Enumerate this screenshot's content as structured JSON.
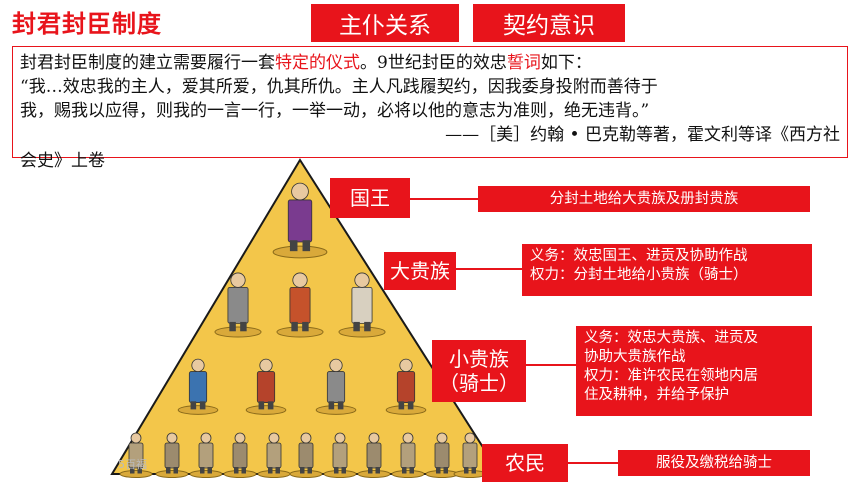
{
  "title": "封君封臣制度",
  "tags": [
    "主仆关系",
    "契约意识"
  ],
  "quote": {
    "line1_a": "封君封臣制度的建立需要履行一套",
    "line1_b": "特定的仪式",
    "line1_c": "。9世纪封臣的效忠",
    "line1_d": "誓词",
    "line1_e": "如下：",
    "line2": "“我…效忠我的主人，爱其所爱，仇其所仇。主人凡践履契约，因我委身投附而善待于",
    "line3": "我，赐我以应得，则我的一言一行，一举一动，必将以他的意志为准则，绝无违背。”",
    "line4": "——［美］约翰 • 巴克勒等著，霍文利等译《西方社",
    "line5": "会史》上卷"
  },
  "levels": [
    {
      "label": "国王",
      "desc": [
        "分封土地给大贵族及册封贵族"
      ]
    },
    {
      "label": "大贵族",
      "desc": [
        "义务：效忠国王、进贡及协助作战",
        "权力：分封土地给小贵族（骑士）"
      ]
    },
    {
      "label_1": "小贵族",
      "label_2": "（骑士）",
      "desc": [
        "义务：效忠大贵族、进贡及",
        "协助大贵族作战",
        "权力：准许农民在领地内居",
        "住及耕种，并给予保护"
      ]
    },
    {
      "label": "农民",
      "desc": [
        "服役及缴税给骑士"
      ]
    }
  ],
  "watermark": "5百福",
  "colors": {
    "accent": "#e8141b",
    "pyramid": "#f3c64a",
    "pyramid_edge": "#1a1a1a"
  }
}
